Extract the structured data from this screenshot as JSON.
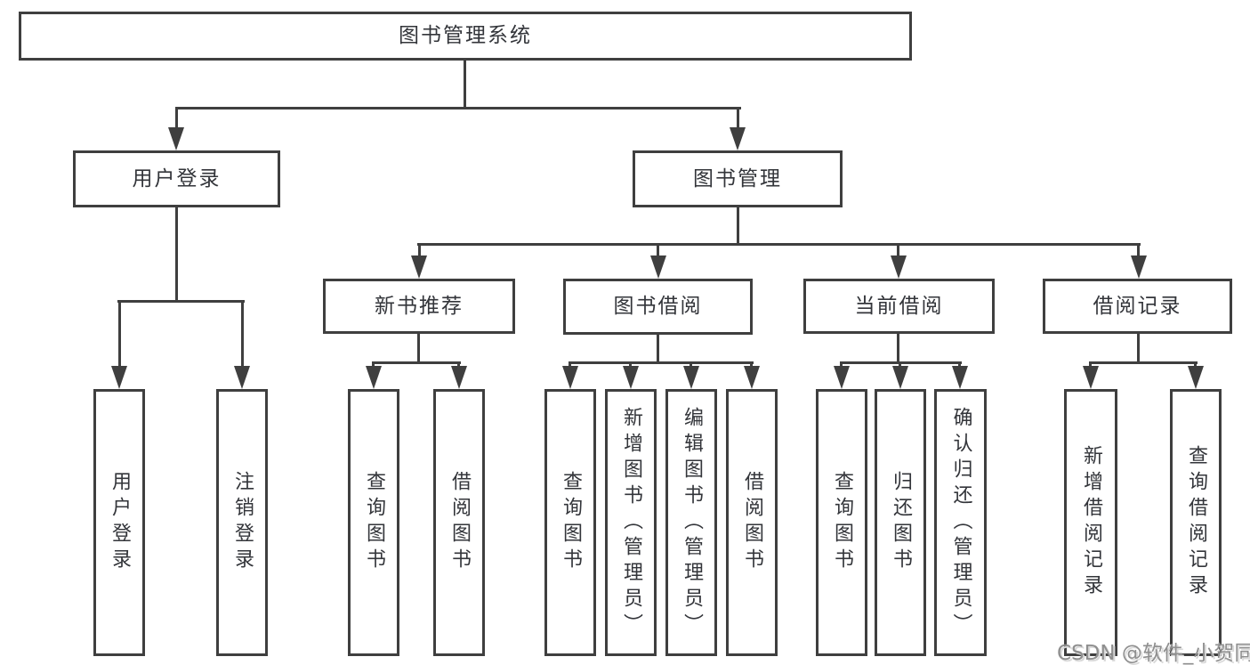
{
  "diagram": {
    "root": {
      "label": "图书管理系统"
    },
    "level2": [
      {
        "label": "用户登录"
      },
      {
        "label": "图书管理"
      }
    ],
    "level3": [
      {
        "label": "新书推荐"
      },
      {
        "label": "图书借阅"
      },
      {
        "label": "当前借阅"
      },
      {
        "label": "借阅记录"
      }
    ],
    "leaves": {
      "user_login": [
        {
          "label": "用户登录"
        },
        {
          "label": "注销登录"
        }
      ],
      "new_book": [
        {
          "label": "查询图书"
        },
        {
          "label": "借阅图书"
        }
      ],
      "book_borrow": [
        {
          "label": "查询图书"
        },
        {
          "label": "新增图书（管理员）"
        },
        {
          "label": "编辑图书（管理员）"
        },
        {
          "label": "借阅图书"
        }
      ],
      "current_borrow": [
        {
          "label": "查询图书"
        },
        {
          "label": "归还图书"
        },
        {
          "label": "确认归还（管理员）"
        }
      ],
      "borrow_record": [
        {
          "label": "新增借阅记录"
        },
        {
          "label": "查询借阅记录"
        }
      ]
    },
    "colors": {
      "line": "#3f3f3f",
      "box_border": "#3f3f3f",
      "text": "#33353a",
      "background": "#ffffff",
      "watermark": "#8f8f8f"
    }
  },
  "watermark": {
    "text": "CSDN @软件_小贺同学"
  }
}
